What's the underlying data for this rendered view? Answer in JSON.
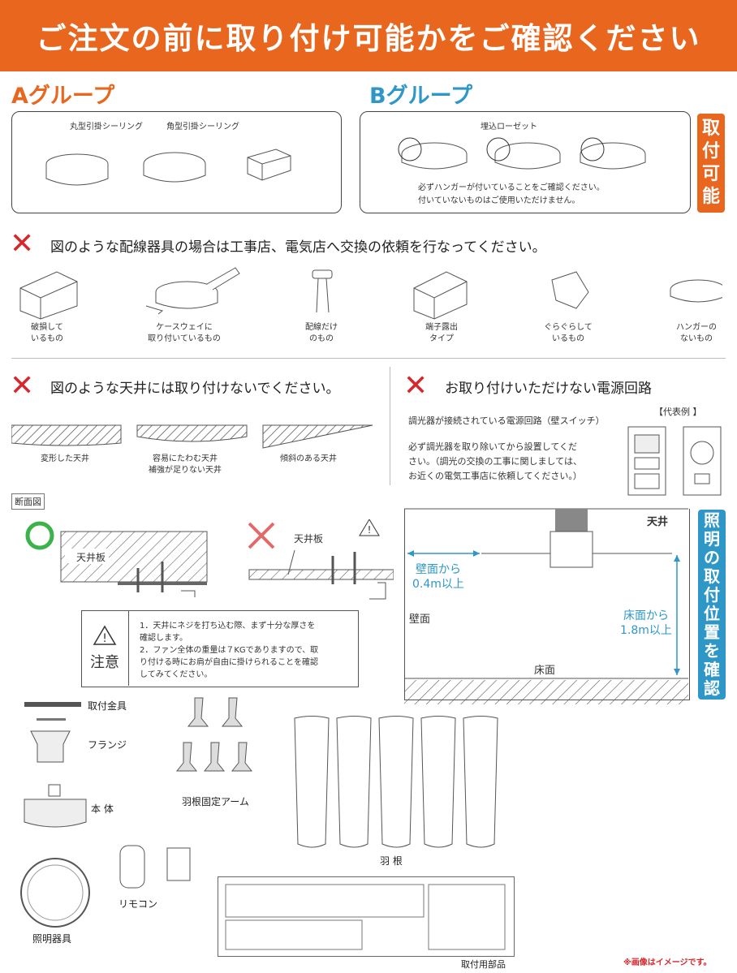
{
  "banner": {
    "title": "ご注文の前に取り付け可能かをご確認ください"
  },
  "group_a": {
    "title": "Aグループ",
    "items": [
      {
        "label": "丸型引掛シーリング"
      },
      {
        "label": "角型引掛シーリング"
      }
    ]
  },
  "group_b": {
    "title": "Bグループ",
    "item_label": "埋込ローゼット",
    "note_line1": "必ずハンガーが付いていることをご確認ください。",
    "note_line2": "付いていないものはご使用いただけません。"
  },
  "can_install_label": [
    "取",
    "付",
    "可",
    "能"
  ],
  "wiring_section": {
    "heading": "図のような配線器具の場合は工事店、電気店へ交換の依頼を行なってください。",
    "items": [
      {
        "line1": "破損して",
        "line2": "いるもの"
      },
      {
        "line1": "ケースウェイに",
        "line2": "取り付いているもの"
      },
      {
        "line1": "配線だけ",
        "line2": "のもの"
      },
      {
        "line1": "端子露出",
        "line2": "タイプ"
      },
      {
        "line1": "ぐらぐらして",
        "line2": "いるもの"
      },
      {
        "line1": "ハンガーの",
        "line2": "ないもの"
      }
    ]
  },
  "ceiling_section": {
    "heading": "図のような天井には取り付けないでください。",
    "items": [
      {
        "line1": "変形した天井",
        "line2": ""
      },
      {
        "line1": "容易にたわむ天井",
        "line2": "補強が足りない天井"
      },
      {
        "line1": "傾斜のある天井",
        "line2": ""
      }
    ]
  },
  "power_section": {
    "heading": "お取り付けいただけない電源回路",
    "sub": "調光器が接続されている電源回路（壁スイッチ）",
    "example_label": "【代表例 】",
    "text_line1": "必ず調光器を取り除いてから設置してくだ",
    "text_line2": "さい。（調光の交換の工事に関しましては、",
    "text_line3": "お近くの電気工事店に依頼してください。）"
  },
  "cross_section": {
    "label": "断面図",
    "ceiling_board": "天井板",
    "ceiling_board2": "天井板"
  },
  "caution": {
    "title": "注意",
    "line1": "1．天井にネジを打ち込む際、まず十分な厚さを",
    "line2": "確認します。",
    "line3": "2．ファン全体の重量は７KGでありますので、取",
    "line4": "り付ける時にお肩が自由に掛けられることを確認",
    "line5": "してみてください。"
  },
  "position_diagram": {
    "ceiling": "天井",
    "wall": "壁面",
    "floor": "床面",
    "wall_dist_line1": "壁面から",
    "wall_dist_line2": "0.4m以上",
    "floor_dist_line1": "床面から",
    "floor_dist_line2": "1.8m以上"
  },
  "position_label": [
    "照",
    "明",
    "の",
    "取",
    "付",
    "位",
    "置",
    "を",
    "確",
    "認"
  ],
  "parts": {
    "bracket": "取付金具",
    "flange": "フランジ",
    "body": "本 体",
    "arms": "羽根固定アーム",
    "blades": "羽 根",
    "remote": "リモコン",
    "light": "照明器具",
    "hardware": "取付用部品"
  },
  "footnote": "※画像はイメージです。",
  "colors": {
    "accent": "#e8661e",
    "blue": "#2e97c8",
    "cross": "#d9262c",
    "ok_circle": "#3cb34a"
  }
}
